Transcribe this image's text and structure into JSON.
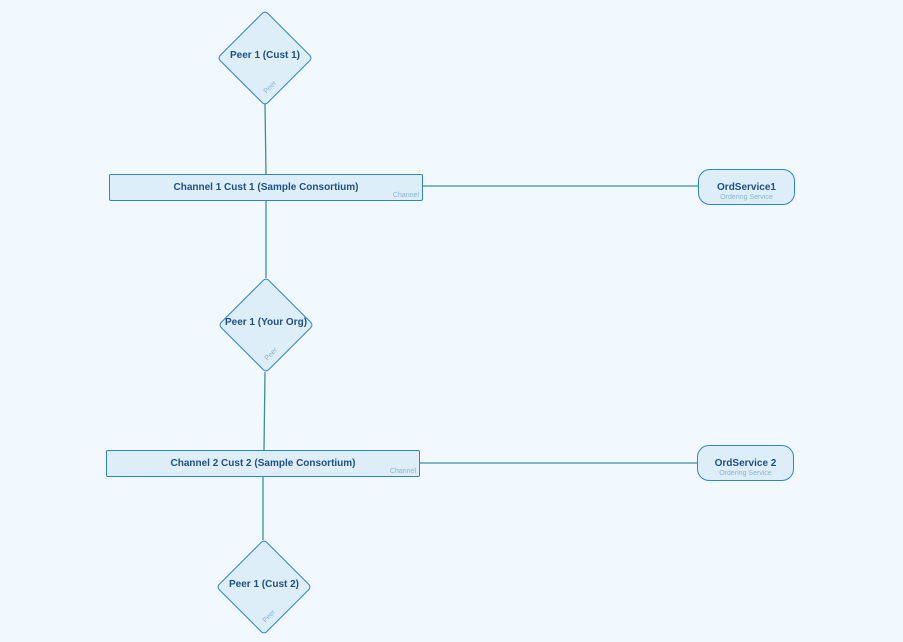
{
  "colors": {
    "background": "#f1f9fe",
    "node_fill": "#ddeef9",
    "node_border": "#2f86c4",
    "node_text": "#1f4f86",
    "type_text": "#8ab3d3",
    "connector": "#3c8fa0"
  },
  "peers": [
    {
      "label": "Peer 1 (Cust 1)",
      "type": "Peer"
    },
    {
      "label": "Peer 1 (Your Org)",
      "type": "Peer"
    },
    {
      "label": "Peer 1 (Cust 2)",
      "type": "Peer"
    }
  ],
  "channels": [
    {
      "label": "Channel 1 Cust 1 (Sample Consortium)",
      "type": "Channel"
    },
    {
      "label": "Channel 2 Cust 2 (Sample Consortium)",
      "type": "Channel"
    }
  ],
  "orderers": [
    {
      "label": "OrdService1",
      "type": "Ordering Service"
    },
    {
      "label": "OrdService 2",
      "type": "Ordering Service"
    }
  ]
}
